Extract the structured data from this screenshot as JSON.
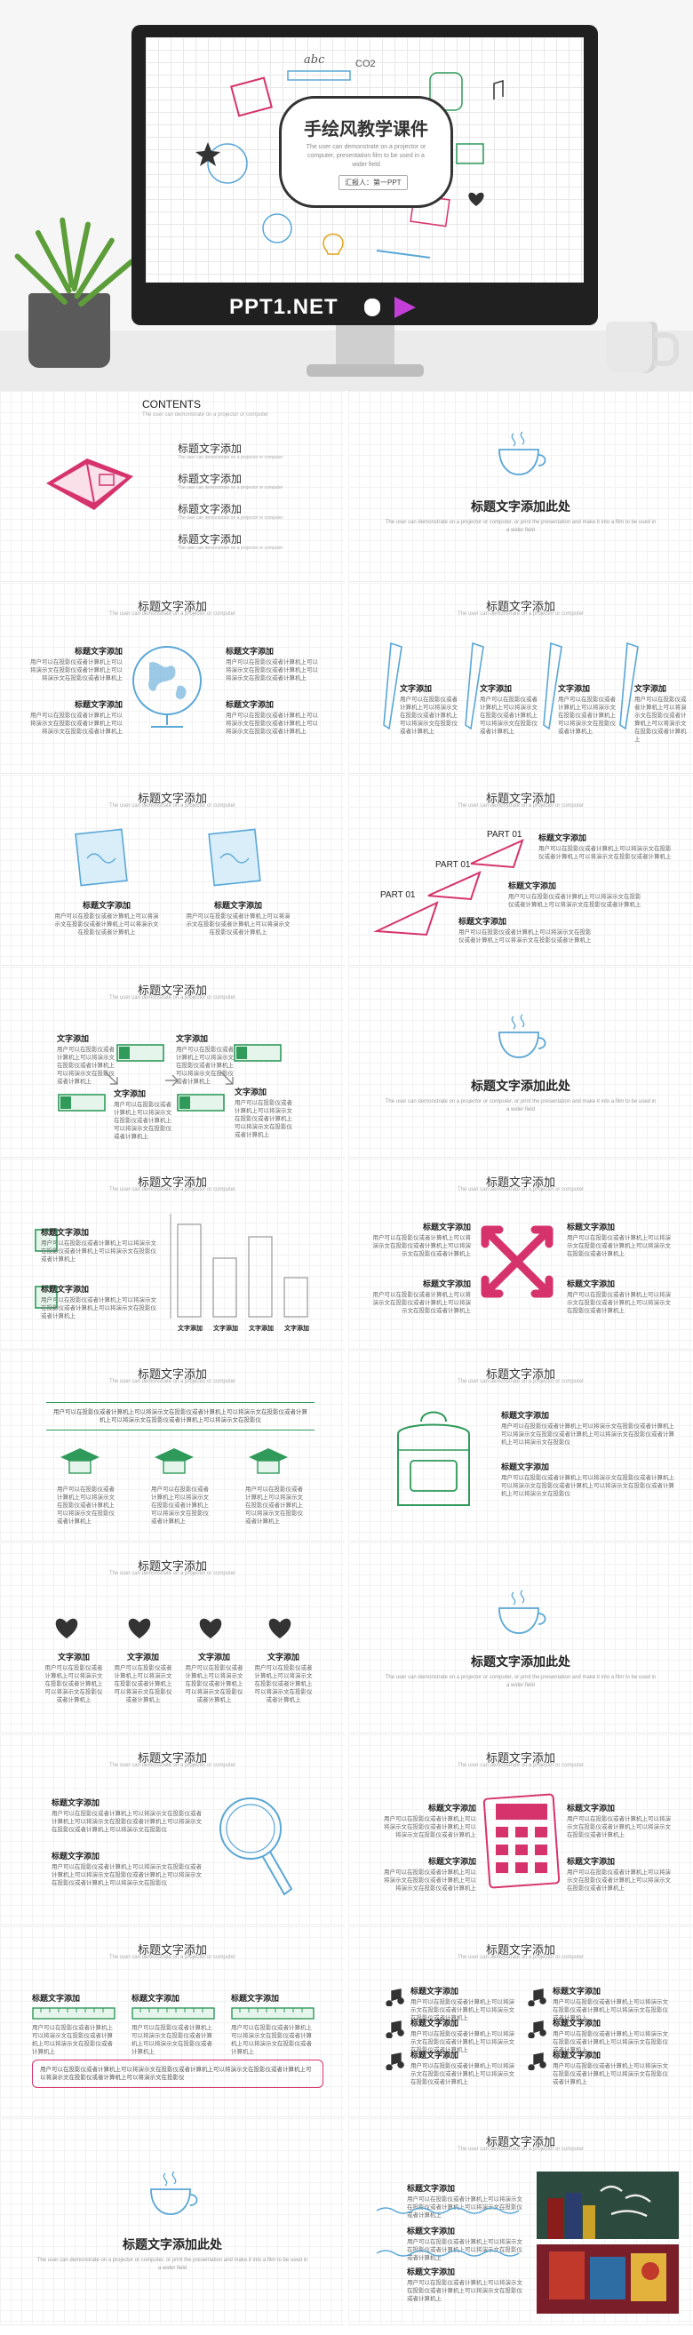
{
  "hero": {
    "title": "手绘风教学课件",
    "subtitle": "The user can demonstrate on a projector or computer, presentation film to be used in a wider field",
    "tag": "汇报人：第一PPT",
    "brand": "PPT1.NET",
    "doodle_text_1": "abc",
    "doodle_text_2": "CO2"
  },
  "common": {
    "slide_title": "标题文字添加",
    "slide_sub": "The user can demonstrate on a projector or computer",
    "text_head": "文字添加",
    "bold_head": "标题文字添加",
    "para": "用户可以在投影仪或者计算机上可以将演示文在投影仪或者计算机上可以将演示文在投影仪或者计算机上",
    "para_long": "用户可以在投影仪或者计算机上可以将演示文在投影仪或者计算机上可以将演示文在投影仪或者计算机上可以将演示文在投影仪或者计算机上可以将演示文在投影仪",
    "center_title": "标题文字添加此处",
    "center_sub": "The user can demonstrate on a projector or computer, or print the presentation and make it into a film to be used in a wider field"
  },
  "contents": {
    "heading": "CONTENTS",
    "sub": "The user can demonstrate on a projector or computer",
    "items": [
      "标题文字添加",
      "标题文字添加",
      "标题文字添加",
      "标题文字添加"
    ]
  },
  "parts": [
    "PART 01",
    "PART 01",
    "PART 01"
  ],
  "bar_labels": [
    "文字添加",
    "文字添加",
    "文字添加",
    "文字添加"
  ],
  "colors": {
    "pink": "#d6336c",
    "blue": "#5aa7d6",
    "green": "#2f9a5a",
    "dark": "#222222"
  }
}
